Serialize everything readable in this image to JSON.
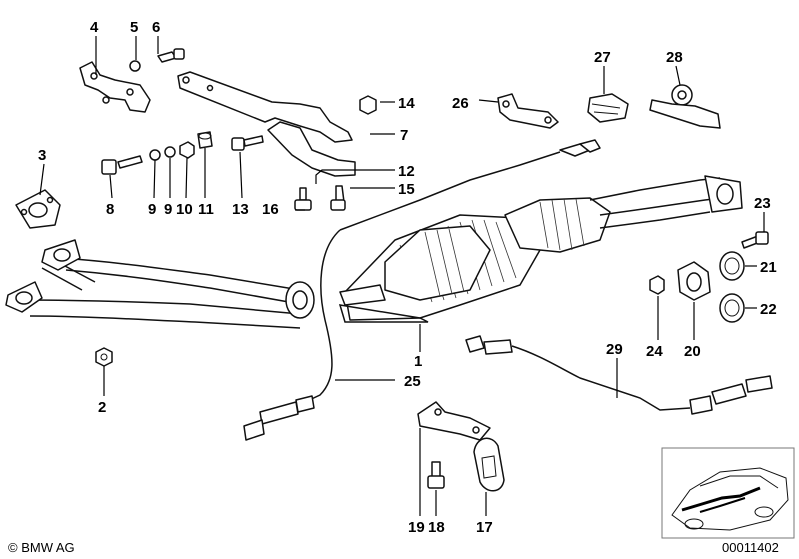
{
  "callouts": {
    "c1": "1",
    "c2": "2",
    "c3": "3",
    "c4": "4",
    "c5": "5",
    "c6": "6",
    "c7": "7",
    "c8": "8",
    "c9a": "9",
    "c9b": "9",
    "c10": "10",
    "c11": "11",
    "c12": "12",
    "c13": "13",
    "c14": "14",
    "c15": "15",
    "c16": "16",
    "c17": "17",
    "c18": "18",
    "c19": "19",
    "c20": "20",
    "c21": "21",
    "c22": "22",
    "c23": "23",
    "c24": "24",
    "c25": "25",
    "c26": "26",
    "c27": "27",
    "c28": "28",
    "c29": "29"
  },
  "footer": {
    "copyright": "© BMW AG",
    "diagram_number": "00011402"
  }
}
